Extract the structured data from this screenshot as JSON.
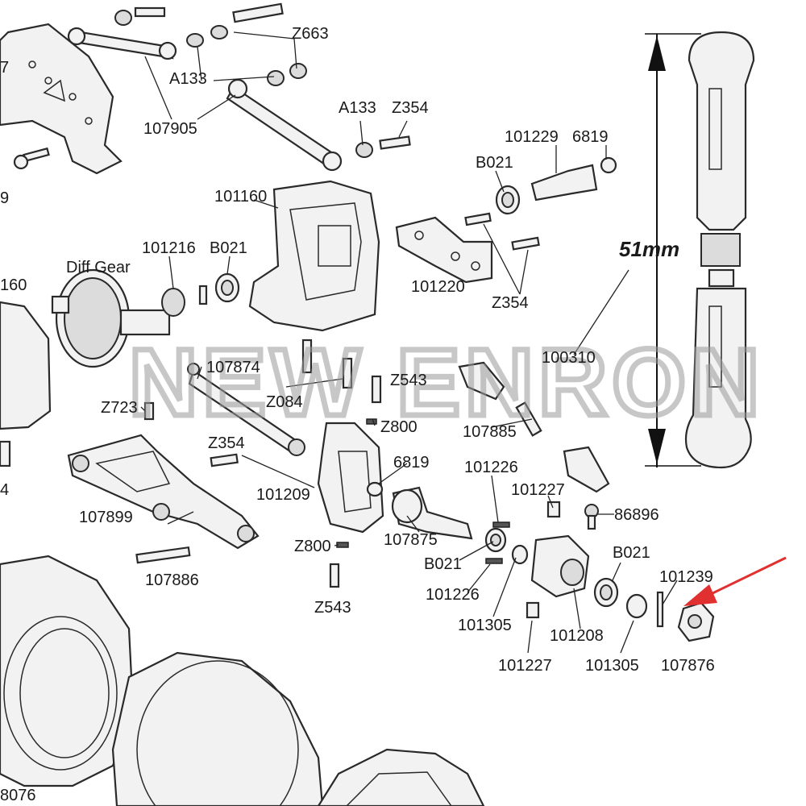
{
  "diagram": {
    "labels": {
      "z663": "Z663",
      "a133_top": "A133",
      "a133_mid": "A133",
      "z354_top": "Z354",
      "n107905": "107905",
      "n101229": "101229",
      "n6819_top": "6819",
      "b021_top": "B021",
      "n101160_top": "101160",
      "n101216": "101216",
      "b021_diff": "B021",
      "diff_gear": "Diff Gear",
      "n101160_left": "160",
      "n101220": "101220",
      "z354_mid": "Z354",
      "n100310": "100310",
      "n107874": "107874",
      "z543_top": "Z543",
      "z084": "Z084",
      "z723": "Z723",
      "z800_top": "Z800",
      "n107885": "107885",
      "z354_low": "Z354",
      "n6819_mid": "6819",
      "n101226_top": "101226",
      "n101227_top": "101227",
      "n86896": "86896",
      "n107899": "107899",
      "n101209": "101209",
      "n107875": "107875",
      "z800_low": "Z800",
      "b021_left": "B021",
      "b021_right": "B021",
      "n101239": "101239",
      "n107886": "107886",
      "z543_low": "Z543",
      "n101226_low": "101226",
      "n101305_left": "101305",
      "n101208": "101208",
      "n101227_low": "101227",
      "n101305_right": "101305",
      "n107876": "107876",
      "n8076": "8076",
      "edge_7": "7",
      "edge_9": "9",
      "edge_4": "4"
    },
    "dimension": "51mm",
    "watermark": "NEW ENRON",
    "colors": {
      "arrow": "#e03030",
      "line": "#2a2a2a",
      "watermark": "#9a9a9a"
    }
  }
}
